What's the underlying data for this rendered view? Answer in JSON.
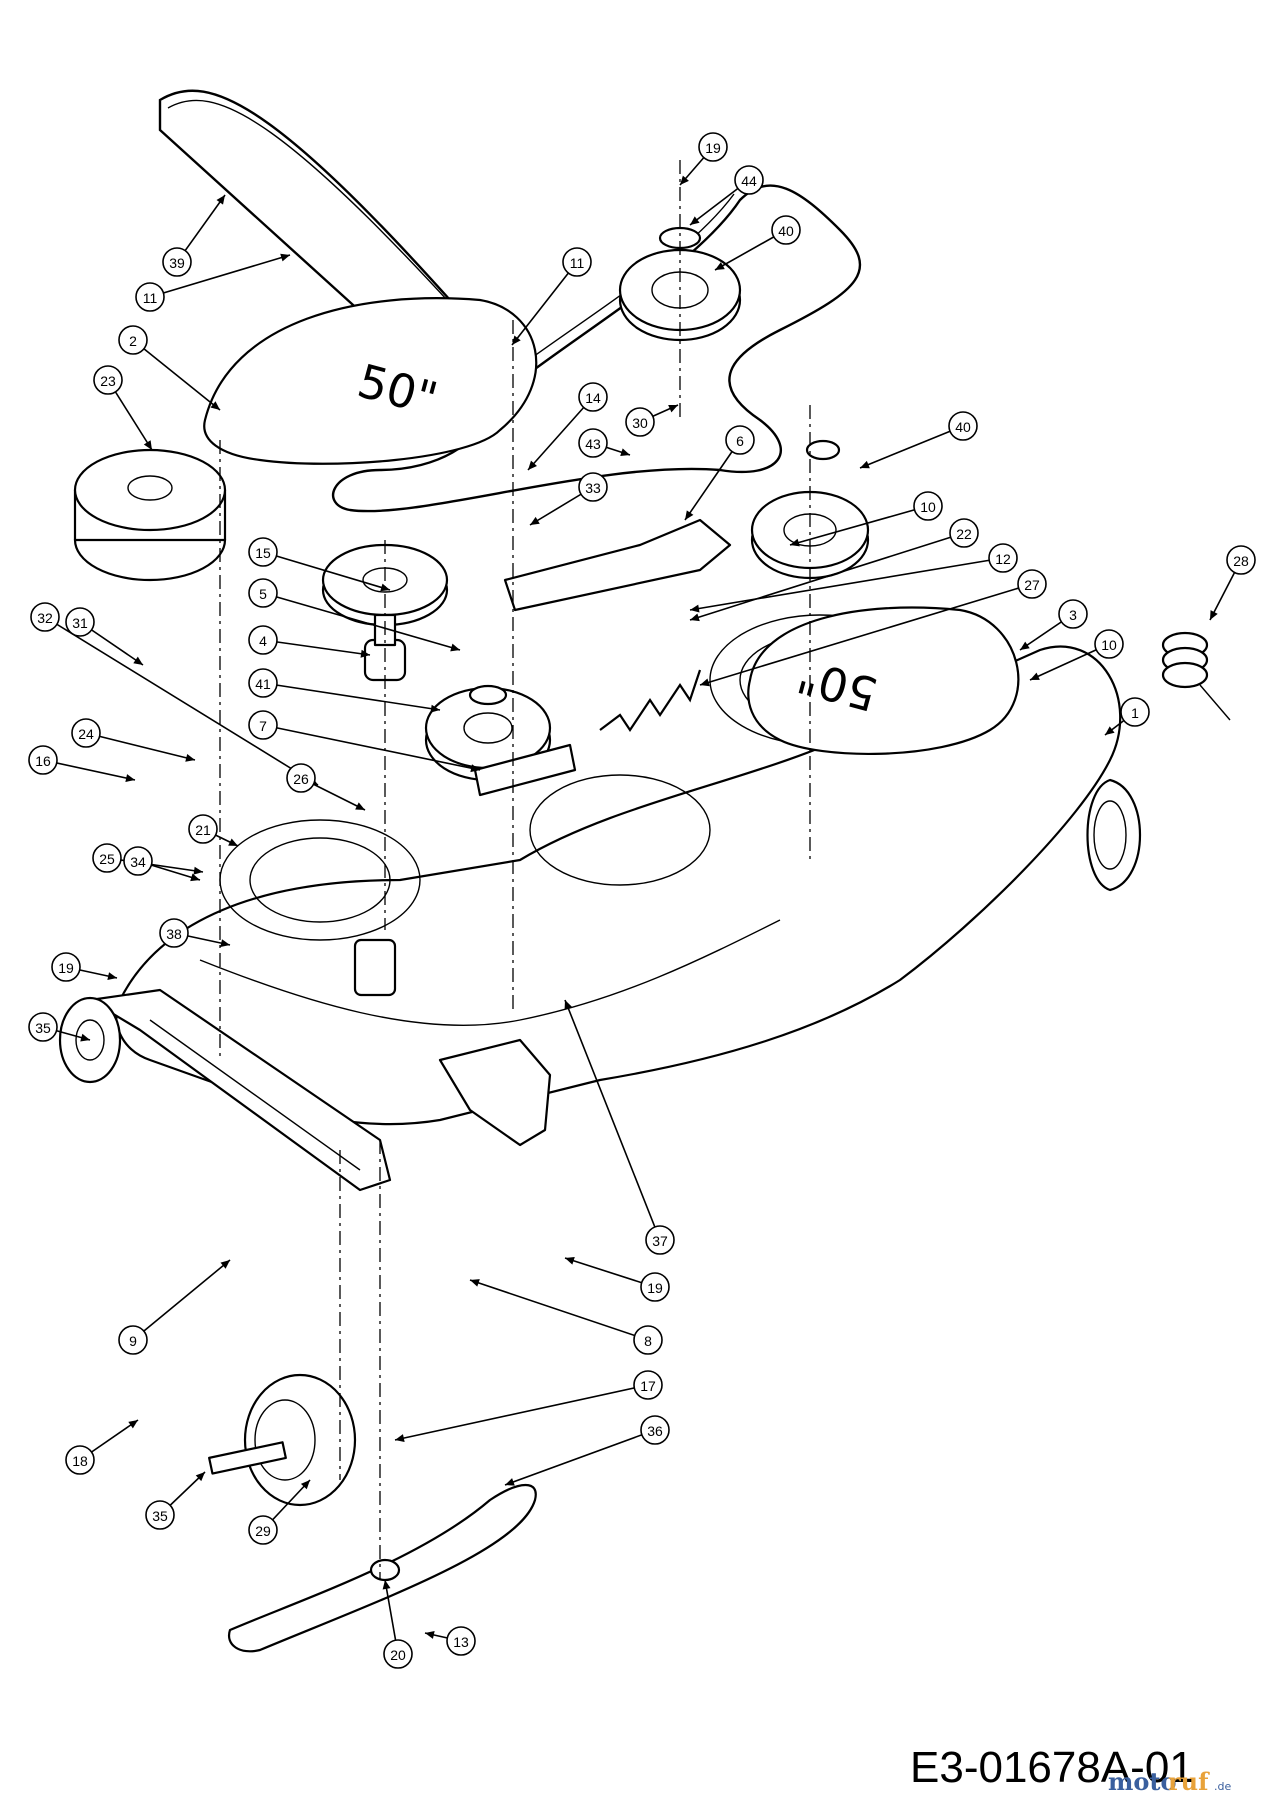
{
  "diagram": {
    "drawing_code": "E3-01678A-01",
    "watermark": {
      "brand_left": "moto",
      "brand_right": "ruf",
      "suffix": ".de"
    },
    "deck_emboss": "50\"",
    "callouts": [
      "1",
      "2",
      "3",
      "4",
      "5",
      "6",
      "7",
      "8",
      "9",
      "10",
      "10",
      "11",
      "11",
      "12",
      "13",
      "14",
      "15",
      "16",
      "17",
      "18",
      "19",
      "19",
      "19",
      "20",
      "21",
      "22",
      "23",
      "24",
      "25",
      "26",
      "27",
      "28",
      "29",
      "30",
      "31",
      "32",
      "33",
      "34",
      "35",
      "35",
      "36",
      "37",
      "38",
      "39",
      "40",
      "40",
      "41",
      "43",
      "44"
    ]
  }
}
